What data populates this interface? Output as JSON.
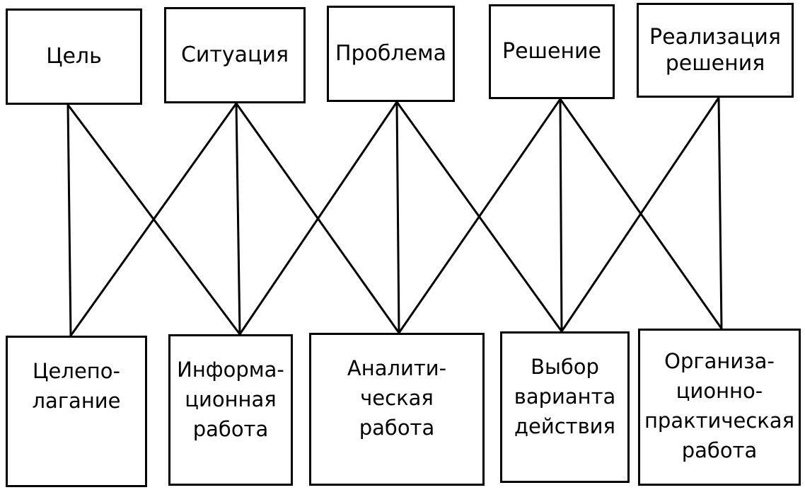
{
  "top_boxes": [
    {
      "id": "goal",
      "label": "Цель"
    },
    {
      "id": "situation",
      "label": "Ситуация"
    },
    {
      "id": "problem",
      "label": "Проблема"
    },
    {
      "id": "solution",
      "label": "Решение"
    },
    {
      "id": "implementation",
      "label": "Реализация\nрешения"
    }
  ],
  "bottom_boxes": [
    {
      "id": "goal-setting",
      "label": "Целепо-\nлагание"
    },
    {
      "id": "information-work",
      "label": "Информа-\nционная\nработа"
    },
    {
      "id": "analytical-work",
      "label": "Аналити-\nческая\nработа"
    },
    {
      "id": "option-choice",
      "label": "Выбор\nварианта\nдействия"
    },
    {
      "id": "organizational-work",
      "label": "Организа-\nционно-\nпрактическая\nработа"
    }
  ],
  "connections": [
    {
      "from": "goal",
      "to": "goal-setting"
    },
    {
      "from": "goal",
      "to": "information-work"
    },
    {
      "from": "situation",
      "to": "goal-setting"
    },
    {
      "from": "situation",
      "to": "information-work"
    },
    {
      "from": "situation",
      "to": "analytical-work"
    },
    {
      "from": "problem",
      "to": "information-work"
    },
    {
      "from": "problem",
      "to": "analytical-work"
    },
    {
      "from": "problem",
      "to": "option-choice"
    },
    {
      "from": "solution",
      "to": "analytical-work"
    },
    {
      "from": "solution",
      "to": "option-choice"
    },
    {
      "from": "solution",
      "to": "organizational-work"
    },
    {
      "from": "implementation",
      "to": "option-choice"
    },
    {
      "from": "implementation",
      "to": "organizational-work"
    }
  ],
  "colors": {
    "stroke": "#000000",
    "background": "#ffffff"
  }
}
